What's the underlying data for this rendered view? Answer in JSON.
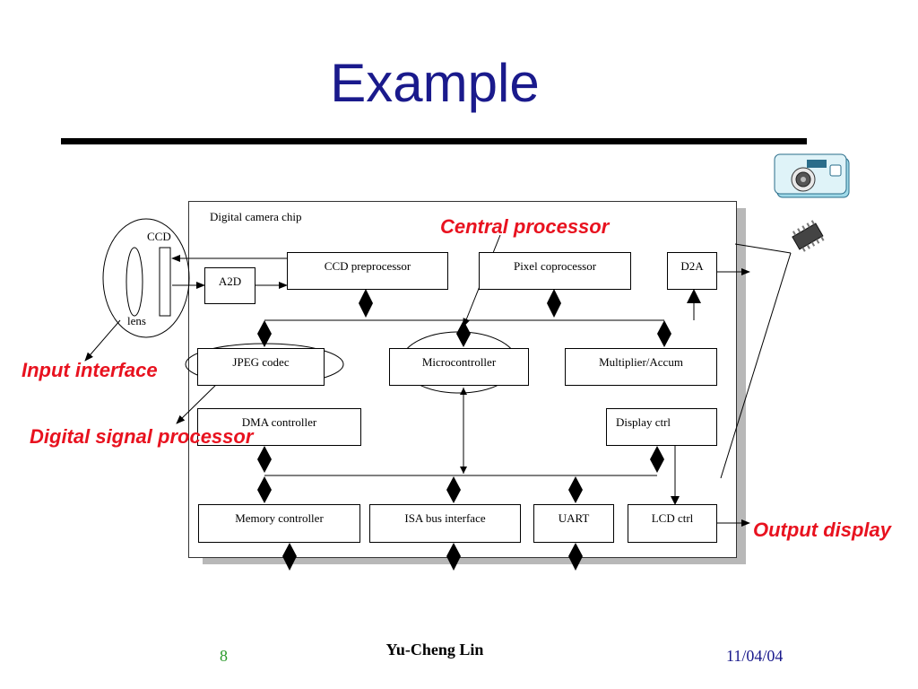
{
  "slide": {
    "title": "Example",
    "footer": {
      "page": "8",
      "author": "Yu-Cheng Lin",
      "date": "11/04/04"
    }
  },
  "diagram": {
    "chip_label": "Digital camera chip",
    "lens_assembly": {
      "ccd_label": "CCD",
      "lens_label": "lens"
    },
    "blocks": {
      "a2d": "A2D",
      "ccd_preprocessor": "CCD preprocessor",
      "pixel_coprocessor": "Pixel coprocessor",
      "d2a": "D2A",
      "jpeg_codec": "JPEG codec",
      "microcontroller": "Microcontroller",
      "multiplier_accum": "Multiplier/Accum",
      "dma_controller": "DMA controller",
      "display_ctrl": "Display ctrl",
      "memory_controller": "Memory controller",
      "isa_bus_interface": "ISA bus interface",
      "uart": "UART",
      "lcd_ctrl": "LCD ctrl"
    },
    "callouts": {
      "central_processor": "Central processor",
      "input_interface": "Input interface",
      "digital_signal_processor": "Digital signal processor",
      "output_display": "Output display"
    },
    "icons": [
      "camera-icon",
      "ic-chip-icon"
    ],
    "colors": {
      "title": "#1a1a8c",
      "callout": "#e8121f",
      "page_number": "#2a9a2a",
      "date": "#1a1a8c"
    }
  }
}
